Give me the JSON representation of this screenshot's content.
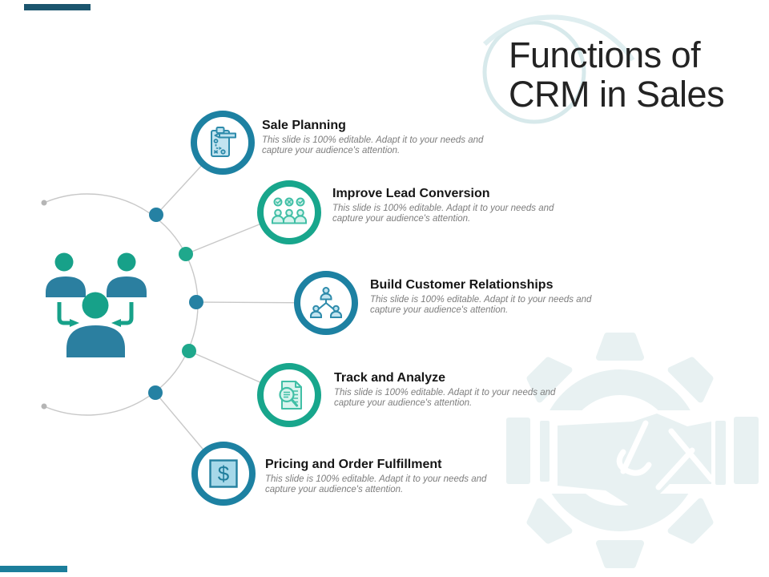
{
  "slide": {
    "title_line1": "Functions of",
    "title_line2": "CRM in Sales"
  },
  "items": [
    {
      "title": "Sale Planning",
      "description": "This slide is 100% editable. Adapt it to your needs and capture your audience's attention.",
      "icon": "clipboard-strategy-icon",
      "ring_color": "#1d81a2"
    },
    {
      "title": "Improve Lead Conversion",
      "description": "This slide is 100% editable. Adapt it to your needs and capture your audience's attention.",
      "icon": "lead-qualification-people-icon",
      "ring_color": "#18a68c"
    },
    {
      "title": "Build Customer Relationships",
      "description": "This slide is 100% editable. Adapt it to your needs and capture your audience's attention.",
      "icon": "customer-network-icon",
      "ring_color": "#1d81a2"
    },
    {
      "title": "Track and Analyze",
      "description": "This slide is 100% editable. Adapt it to your needs and capture your audience's attention.",
      "icon": "document-search-icon",
      "ring_color": "#18a68c"
    },
    {
      "title": "Pricing and Order Fulfillment",
      "description": "This slide is 100% editable. Adapt it to your needs and capture your audience's attention.",
      "icon": "dollar-square-icon",
      "ring_color": "#1d81a2",
      "glyph": "$"
    }
  ],
  "colors": {
    "accent_teal": "#1d81a2",
    "accent_green": "#18a68c",
    "people_head_green": "#17a189",
    "people_body_teal": "#2b7fa0",
    "connector_gray": "#c8c8c8",
    "watermark_tint": "#e8f1f2",
    "title_text": "#232323",
    "subtitle_text": "#7d7d7d",
    "corner_bar_dark": "#1b556e",
    "corner_bar_teal": "#1c7e9b"
  }
}
